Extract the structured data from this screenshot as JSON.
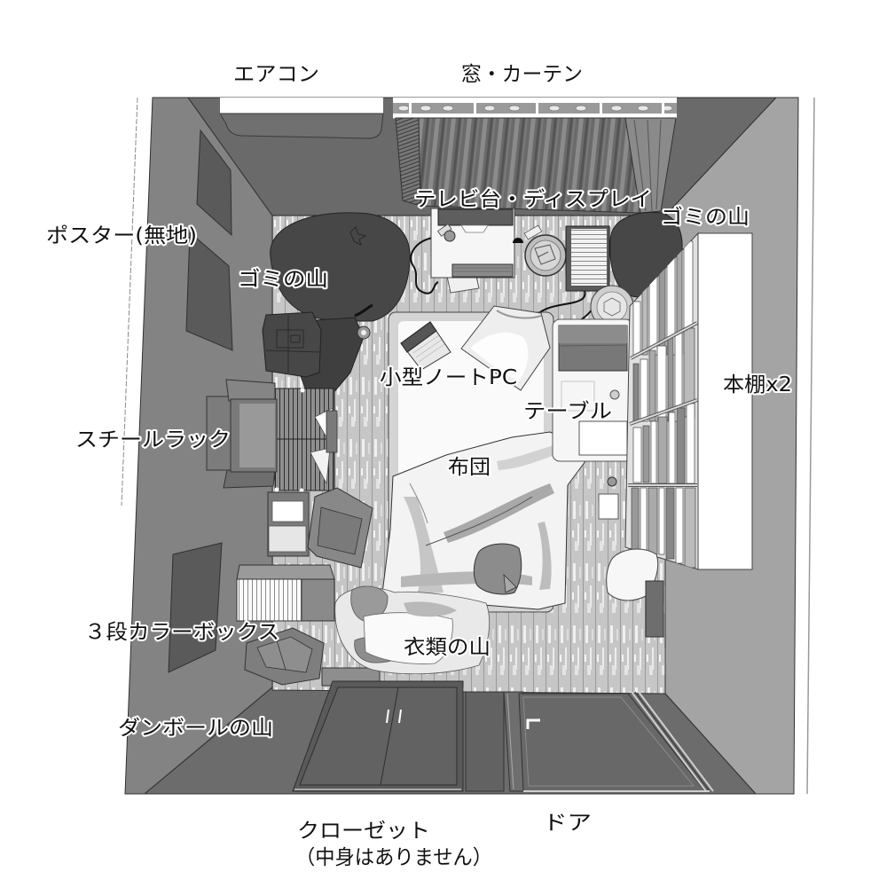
{
  "labels": {
    "aircon": "エアコン",
    "window_curtain": "窓・カーテン",
    "tv_stand_display": "テレビ台・ディスプレイ",
    "trash_pile_right": "ゴミの山",
    "poster": "ポスター(無地)",
    "trash_pile_left": "ゴミの山",
    "small_laptop": "小型ノートPC",
    "bookshelf": "本棚x2",
    "table": "テーブル",
    "steel_rack": "スチールラック",
    "futon": "布団",
    "color_box": "３段カラーボックス",
    "clothes_pile": "衣類の山",
    "cardboard_pile": "ダンボールの山",
    "closet": "クローゼット",
    "closet_note": "（中身はありません）",
    "door": "ドア"
  },
  "colors": {
    "background": "#ffffff",
    "left_wall": "#838383",
    "back_wall": "#6a6a6a",
    "right_wall": "#a4a4a4",
    "front_wall": "#6c6c6c",
    "floor_base": "#c6c6c6",
    "trash_pile": "#474747",
    "poster": "#5a5a5a",
    "furniture_white": "#f6f6f6",
    "cardboard": "#7e7e7e",
    "closet_door": "#626262",
    "room_door": "#686868"
  }
}
